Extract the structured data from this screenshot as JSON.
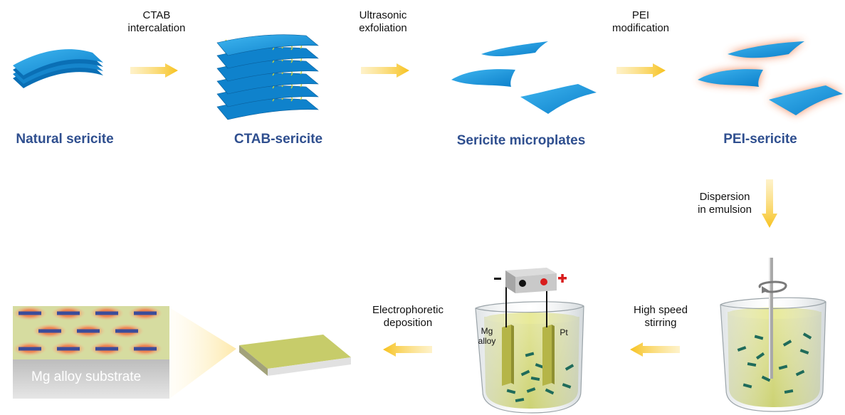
{
  "steps": {
    "s1": {
      "line1": "CTAB",
      "line2": "intercalation"
    },
    "s2": {
      "line1": "Ultrasonic",
      "line2": "exfoliation"
    },
    "s3": {
      "line1": "PEI",
      "line2": "modification"
    },
    "s4": {
      "line1": "Dispersion",
      "line2": "in emulsion"
    },
    "s5": {
      "line1": "High speed",
      "line2": "stirring"
    },
    "s6": {
      "line1": "Electrophoretic",
      "line2": "deposition"
    }
  },
  "stages": {
    "natural": "Natural sericite",
    "ctab": "CTAB-sericite",
    "microplates": "Sericite microplates",
    "pei": "PEI-sericite"
  },
  "electrodes": {
    "left": "Mg\nalloy",
    "right": "Pt",
    "neg": "-",
    "pos": "+"
  },
  "substrate": {
    "label": "Mg alloy substrate"
  },
  "colors": {
    "title": "#2f4f8f",
    "sheet": "#1f9be0",
    "sheet_dark": "#0a6fb5",
    "arrow": "#f8c72a",
    "emulsion": "#cdd35a",
    "glow": "#f37a4a",
    "coating": "#d6da98"
  }
}
